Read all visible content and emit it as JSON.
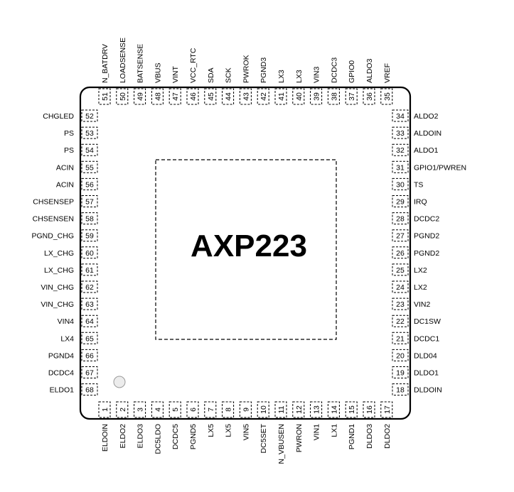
{
  "chip": {
    "name": "AXP223",
    "pin1_marker": "circle"
  },
  "pins": {
    "left": [
      {
        "num": "52",
        "name": "CHGLED"
      },
      {
        "num": "53",
        "name": "PS"
      },
      {
        "num": "54",
        "name": "PS"
      },
      {
        "num": "55",
        "name": "ACIN"
      },
      {
        "num": "56",
        "name": "ACIN"
      },
      {
        "num": "57",
        "name": "CHSENSEP"
      },
      {
        "num": "58",
        "name": "CHSENSEN"
      },
      {
        "num": "59",
        "name": "PGND_CHG"
      },
      {
        "num": "60",
        "name": "LX_CHG"
      },
      {
        "num": "61",
        "name": "LX_CHG"
      },
      {
        "num": "62",
        "name": "VIN_CHG"
      },
      {
        "num": "63",
        "name": "VIN_CHG"
      },
      {
        "num": "64",
        "name": "VIN4"
      },
      {
        "num": "65",
        "name": "LX4"
      },
      {
        "num": "66",
        "name": "PGND4"
      },
      {
        "num": "67",
        "name": "DCDC4"
      },
      {
        "num": "68",
        "name": "ELDO1"
      }
    ],
    "right": [
      {
        "num": "34",
        "name": "ALDO2"
      },
      {
        "num": "33",
        "name": "ALDOIN"
      },
      {
        "num": "32",
        "name": "ALDO1"
      },
      {
        "num": "31",
        "name": "GPIO1/PWREN"
      },
      {
        "num": "30",
        "name": "TS"
      },
      {
        "num": "29",
        "name": "IRQ"
      },
      {
        "num": "28",
        "name": "DCDC2"
      },
      {
        "num": "27",
        "name": "PGND2"
      },
      {
        "num": "26",
        "name": "PGND2"
      },
      {
        "num": "25",
        "name": "LX2"
      },
      {
        "num": "24",
        "name": "LX2"
      },
      {
        "num": "23",
        "name": "VIN2"
      },
      {
        "num": "22",
        "name": "DC1SW"
      },
      {
        "num": "21",
        "name": "DCDC1"
      },
      {
        "num": "20",
        "name": "DLD04"
      },
      {
        "num": "19",
        "name": "DLDO1"
      },
      {
        "num": "18",
        "name": "DLDOIN"
      }
    ],
    "top": [
      {
        "num": "51",
        "name": "N_BATDRV"
      },
      {
        "num": "50",
        "name": "LOADSENSE"
      },
      {
        "num": "49",
        "name": "BATSENSE"
      },
      {
        "num": "48",
        "name": "VBUS"
      },
      {
        "num": "47",
        "name": "VINT"
      },
      {
        "num": "46",
        "name": "VCC_RTC"
      },
      {
        "num": "45",
        "name": "SDA"
      },
      {
        "num": "44",
        "name": "SCK"
      },
      {
        "num": "43",
        "name": "PWROK"
      },
      {
        "num": "42",
        "name": "PGND3"
      },
      {
        "num": "41",
        "name": "LX3"
      },
      {
        "num": "40",
        "name": "LX3"
      },
      {
        "num": "39",
        "name": "VIN3"
      },
      {
        "num": "38",
        "name": "DCDC3"
      },
      {
        "num": "37",
        "name": "GPIO0"
      },
      {
        "num": "36",
        "name": "ALDO3"
      },
      {
        "num": "35",
        "name": "VREF"
      }
    ],
    "bottom": [
      {
        "num": "1",
        "name": "ELDOIN"
      },
      {
        "num": "2",
        "name": "ELDO2"
      },
      {
        "num": "3",
        "name": "ELDO3"
      },
      {
        "num": "4",
        "name": "DC5LDO"
      },
      {
        "num": "5",
        "name": "DCDC5"
      },
      {
        "num": "6",
        "name": "PGND5"
      },
      {
        "num": "7",
        "name": "LX5"
      },
      {
        "num": "8",
        "name": "LX5"
      },
      {
        "num": "9",
        "name": "VIN5"
      },
      {
        "num": "10",
        "name": "DC5SET"
      },
      {
        "num": "11",
        "name": "N_VBUSEN"
      },
      {
        "num": "12",
        "name": "PWRON"
      },
      {
        "num": "13",
        "name": "VIN1"
      },
      {
        "num": "14",
        "name": "LX1"
      },
      {
        "num": "15",
        "name": "PGND1"
      },
      {
        "num": "16",
        "name": "DLDO3"
      },
      {
        "num": "17",
        "name": "DLDO2"
      }
    ]
  }
}
